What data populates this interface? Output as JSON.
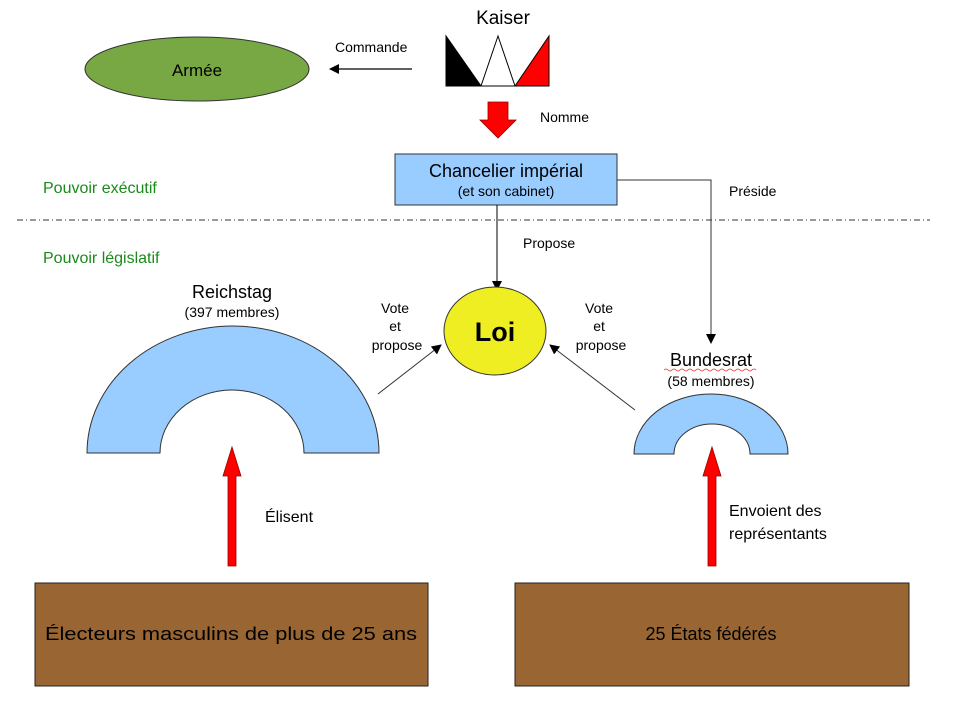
{
  "colors": {
    "army_fill": "#77a844",
    "chancellor_fill": "#99ccff",
    "chamber_fill": "#99ccff",
    "law_fill": "#eeee22",
    "base_fill": "#996633",
    "arrow_red": "#ff0000",
    "section_label": "#1a8a1a"
  },
  "kaiser": {
    "label": "Kaiser",
    "flag_colors": [
      "#000000",
      "#ffffff",
      "#ff0000"
    ]
  },
  "army": {
    "label": "Armée"
  },
  "edges": {
    "commande": "Commande",
    "nomme": "Nomme",
    "preside": "Préside",
    "propose": "Propose",
    "vote_left": [
      "Vote",
      "et",
      "propose"
    ],
    "vote_right": [
      "Vote",
      "et",
      "propose"
    ],
    "elisent": "Élisent",
    "envoient": [
      "Envoient des",
      "représentants"
    ]
  },
  "chancellor": {
    "title": "Chancelier impérial",
    "subtitle": "(et son cabinet)"
  },
  "sections": {
    "executive": "Pouvoir exécutif",
    "legislative": "Pouvoir législatif"
  },
  "law": {
    "label": "Loi"
  },
  "reichstag": {
    "title": "Reichstag",
    "members": "(397 membres)"
  },
  "bundesrat": {
    "title": "Bundesrat",
    "members": "(58 membres)"
  },
  "bases": {
    "voters": "Électeurs masculins de plus de 25 ans",
    "states": "25 États fédérés"
  }
}
